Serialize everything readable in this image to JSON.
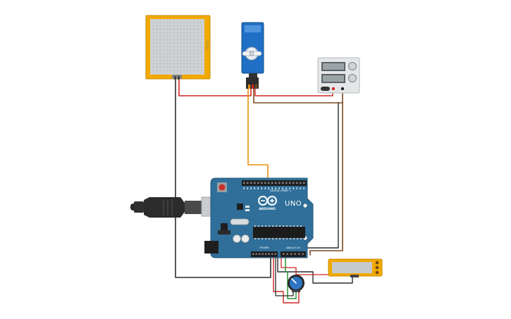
{
  "board": {
    "logo_text": "ARDUINO",
    "model_text": "UNO",
    "header_digital_text": "DIGITAL (PWM~)",
    "header_power_text": "POWER",
    "header_analog_text": "ANALOG IN"
  },
  "colors": {
    "board_blue": "#2f6f9a",
    "board_edge": "#25587b",
    "panel_yellow": "#f2a900",
    "wire_red": "#d02626",
    "wire_black": "#2b2b2b",
    "wire_brown": "#7a4a1e",
    "wire_orange": "#e8900f",
    "wire_green": "#1f8a2a",
    "servo_blue": "#1f6fc4"
  },
  "icons": {
    "usb": "usb-cable-icon",
    "servo": "servo-motor-icon",
    "touch": "touch-panel-icon",
    "power": "power-supply-icon",
    "pot": "potentiometer-icon",
    "lcd": "lcd-module-icon"
  }
}
